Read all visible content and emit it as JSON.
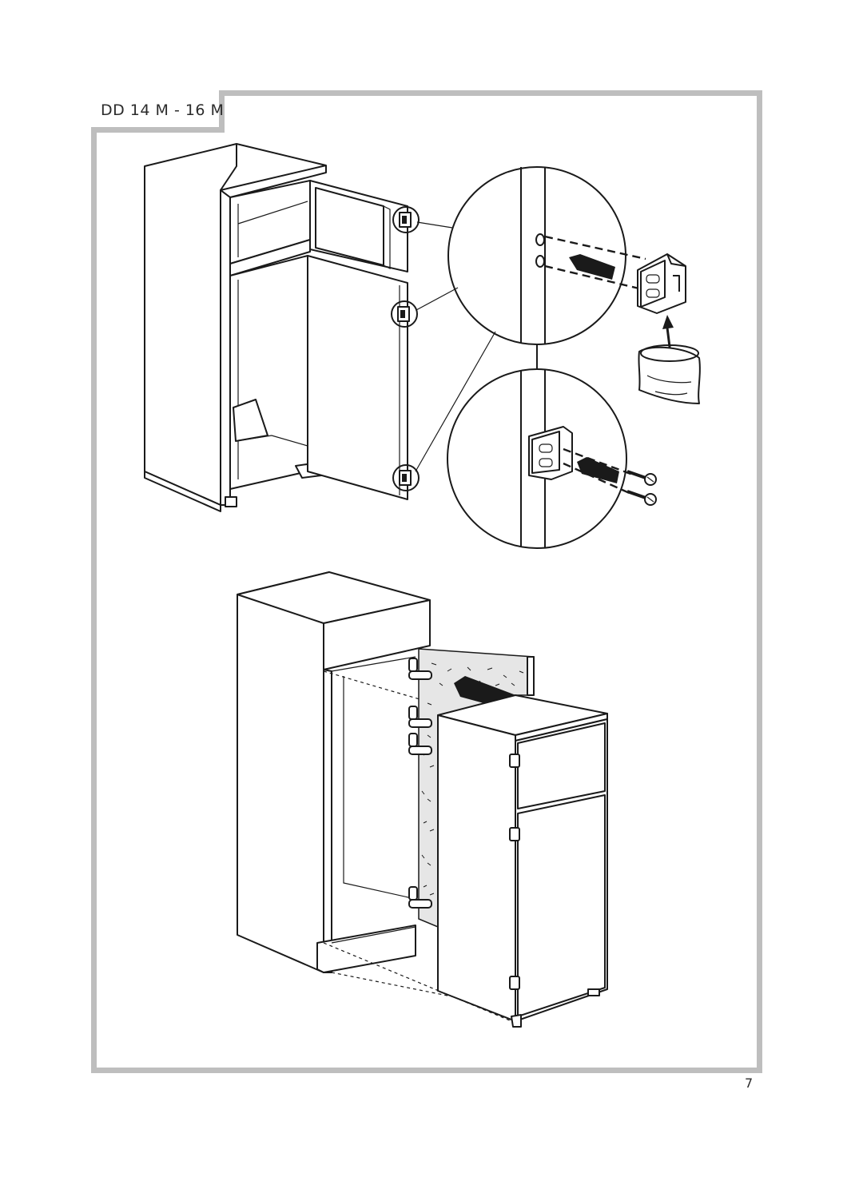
{
  "page": {
    "model_label": "DD 14 M - 16 M",
    "page_number": "7"
  },
  "illustration": {
    "top_figure": "fridge-with-open-doors",
    "callout_top": "hinge-bracket-holes",
    "callout_bottom": "hinge-bracket-screwed",
    "parts": [
      "hinge-bracket-icon",
      "parts-bag-icon",
      "screw-icon"
    ],
    "bottom_figure": "fridge-sliding-into-cabinet"
  }
}
